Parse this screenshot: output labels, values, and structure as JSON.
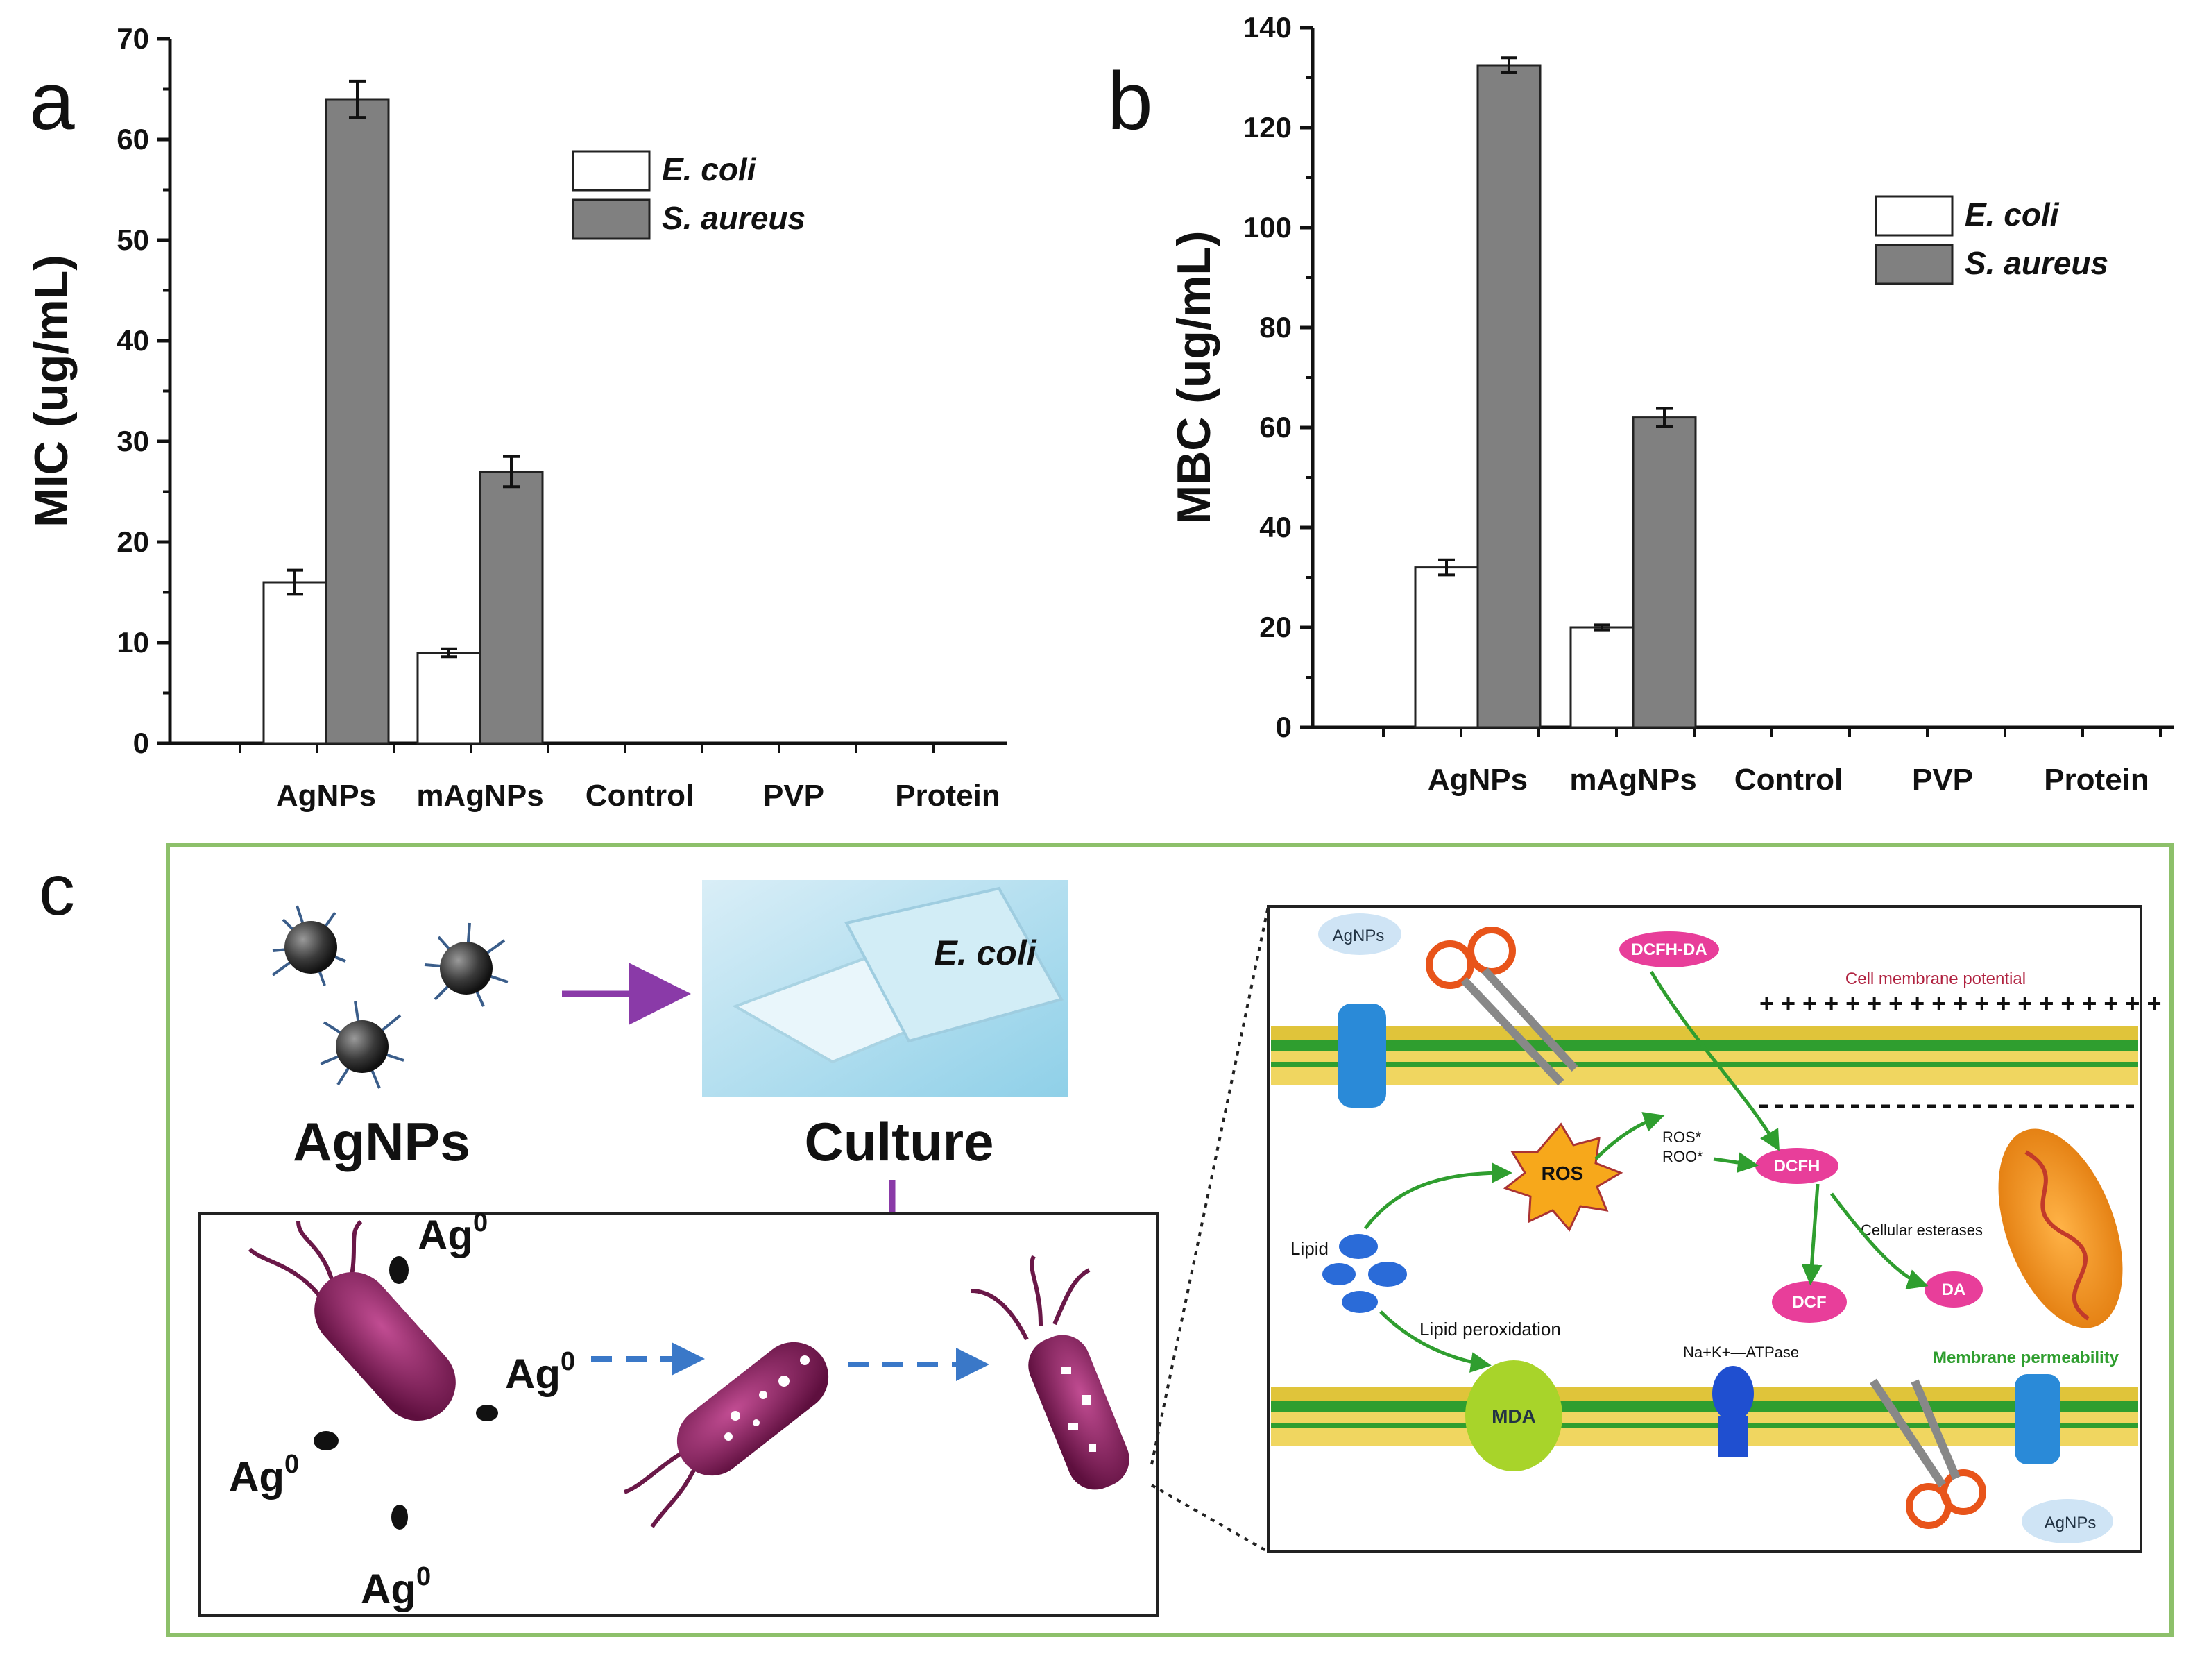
{
  "panels": {
    "a": {
      "letter": "a"
    },
    "b": {
      "letter": "b"
    },
    "c": {
      "letter": "c"
    }
  },
  "chart_data": [
    {
      "id": "a",
      "type": "bar",
      "ylabel": "MIC (ug/mL)",
      "xlabel": "",
      "ylim": [
        0,
        70
      ],
      "yticks": [
        0,
        10,
        20,
        30,
        40,
        50,
        60,
        70
      ],
      "categories": [
        "AgNPs",
        "mAgNPs",
        "Control",
        "PVP",
        "Protein"
      ],
      "series": [
        {
          "name": "E. coli",
          "values": [
            16,
            9,
            0,
            0,
            0
          ],
          "errors": [
            1.2,
            0.4,
            0,
            0,
            0
          ],
          "color": "#ffffff"
        },
        {
          "name": "S. aureus",
          "values": [
            64,
            27,
            0,
            0,
            0
          ],
          "errors": [
            1.8,
            1.5,
            0,
            0,
            0
          ],
          "color": "#808080"
        }
      ],
      "legend_position": "top-right",
      "grid": false
    },
    {
      "id": "b",
      "type": "bar",
      "ylabel": "MBC (ug/mL)",
      "xlabel": "",
      "ylim": [
        0,
        140
      ],
      "yticks": [
        0,
        20,
        40,
        60,
        80,
        100,
        120,
        140
      ],
      "categories": [
        "AgNPs",
        "mAgNPs",
        "Control",
        "PVP",
        "Protein"
      ],
      "series": [
        {
          "name": "E. coli",
          "values": [
            32,
            20,
            0,
            0,
            0
          ],
          "errors": [
            1.5,
            0.5,
            0,
            0,
            0
          ],
          "color": "#ffffff"
        },
        {
          "name": "S. aureus",
          "values": [
            132.5,
            62,
            0,
            0,
            0
          ],
          "errors": [
            1.5,
            1.8,
            0,
            0,
            0
          ],
          "color": "#808080"
        }
      ],
      "legend_position": "top-right",
      "grid": false
    }
  ],
  "diagram": {
    "agnps_label": "AgNPs",
    "culture_label": "Culture",
    "plate_label": "E. coli",
    "ag0_label": "Ag",
    "ag0_superscript": "0",
    "mechanism": {
      "agnps_top": "AgNPs",
      "agnps_bottom": "AgNPs",
      "dcfh_da": "DCFH-DA",
      "cell_membrane_potential": "Cell membrane potential",
      "plus_signs": "+ + + + + + + + + + + + + + + + + + +",
      "ros": "ROS",
      "ros_radical": "ROS*",
      "roo_radical": "ROO*",
      "dcfh": "DCFH",
      "cellular_esterases": "Cellular esterases",
      "lipid": "Lipid",
      "lipid_peroxidation": "Lipid peroxidation",
      "dcf": "DCF",
      "da": "DA",
      "mda": "MDA",
      "atpase": "Na+K+—ATPase",
      "membrane_permeability": "Membrane permeability"
    },
    "colors": {
      "panel_border": "#8dc06a",
      "arrow_purple": "#8a3aa8",
      "arrow_blue": "#3a78c8",
      "bacteria": "#8a1f60",
      "ros_fill": "#f7a81b",
      "dcf_fill": "#e83e9a",
      "mda_fill": "#a8d42a",
      "membrane_green": "#2f9e2f",
      "lipid_head": "#e8c53a",
      "channel_blue": "#2a8ad8"
    }
  }
}
